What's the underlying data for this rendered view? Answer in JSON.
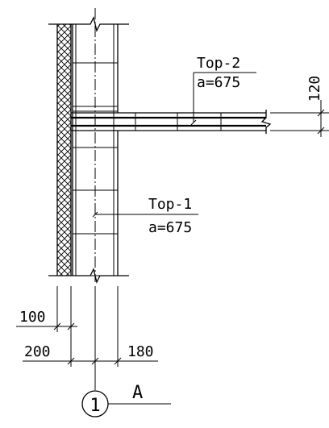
{
  "labels": {
    "top2_name": "Top-2",
    "top2_spacing": "a=675",
    "top1_name": "Top-1",
    "top1_spacing": "a=675",
    "dim_slab": "120",
    "dim_insulation": "100",
    "dim_left": "200",
    "dim_right": "180",
    "axis_number": "1",
    "axis_letter": "A"
  }
}
